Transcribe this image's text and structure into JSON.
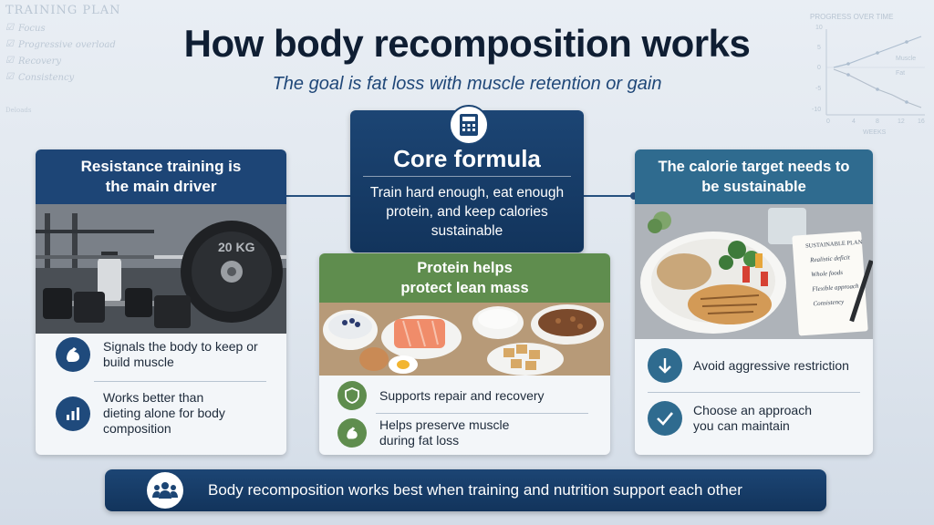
{
  "title": "How body recomposition works",
  "subtitle": "The goal is fat loss with muscle retention or gain",
  "background": {
    "training_plan": {
      "title": "TRAINING PLAN",
      "items": [
        "Focus",
        "Progressive overload",
        "Recovery",
        "Consistency"
      ],
      "extra": "Deloads"
    },
    "progress_chart": {
      "title": "PROGRESS OVER TIME",
      "legend": [
        "Muscle",
        "Fat"
      ],
      "x_label": "WEEKS",
      "y_ticks": [
        "10",
        "5",
        "0",
        "-5",
        "-10"
      ],
      "x_ticks": [
        "0",
        "4",
        "8",
        "12",
        "16"
      ]
    }
  },
  "formula": {
    "icon": "calculator-icon",
    "title": "Core formula",
    "body": "Train hard enough, eat enough protein, and keep calories sustainable"
  },
  "training_card": {
    "title": "Resistance training is the main driver",
    "photo_text": "20 KG",
    "items": [
      {
        "icon": "flexed-arm-icon",
        "text": "Signals the body to keep or build muscle"
      },
      {
        "icon": "bar-chart-icon",
        "text": "Works better than dieting alone for body composition"
      }
    ]
  },
  "protein_card": {
    "title": "Protein helps protect lean mass",
    "items": [
      {
        "icon": "shield-icon",
        "text": "Supports repair and recovery"
      },
      {
        "icon": "flexed-arm-icon",
        "text": "Helps preserve muscle during fat loss"
      }
    ]
  },
  "calorie_card": {
    "title": "The calorie target needs to be sustainable",
    "notepad": {
      "title": "SUSTAINABLE PLAN",
      "items": [
        "Realistic deficit",
        "Whole foods",
        "Flexible approach",
        "Consistency"
      ]
    },
    "items": [
      {
        "icon": "arrow-down-icon",
        "text": "Avoid aggressive restriction"
      },
      {
        "icon": "checkmark-icon",
        "text": "Choose an approach you can maintain"
      }
    ]
  },
  "banner": {
    "icon": "group-icon",
    "text": "Body recomposition works best when training and nutrition support each other"
  },
  "colors": {
    "navy": "#1d4576",
    "teal": "#2f6b8f",
    "green": "#5f8d4e",
    "background": "#e4eaf1"
  }
}
